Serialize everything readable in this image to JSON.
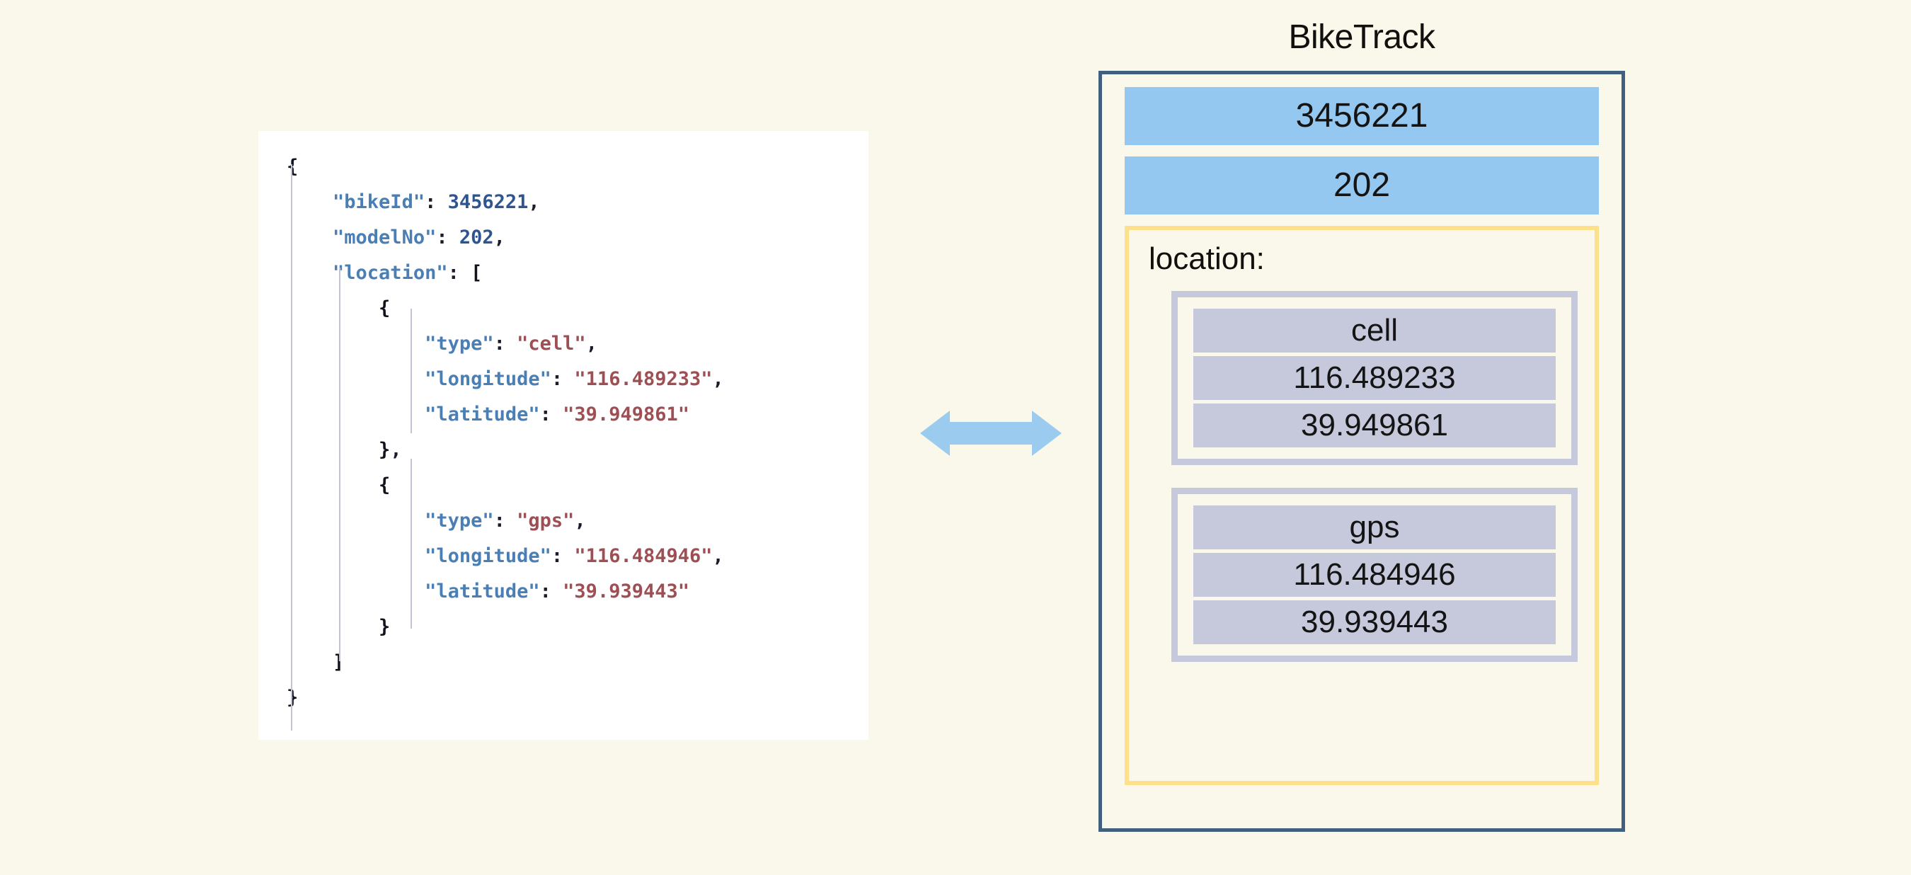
{
  "code_panel": {
    "language": "json",
    "lines": [
      {
        "indent": 0,
        "tokens": [
          {
            "t": "brace",
            "v": "{"
          }
        ]
      },
      {
        "indent": 1,
        "tokens": [
          {
            "t": "key",
            "v": "\"bikeId\""
          },
          {
            "t": "punct",
            "v": ":"
          },
          {
            "t": "plain",
            "v": " "
          },
          {
            "t": "num",
            "v": "3456221"
          },
          {
            "t": "punct",
            "v": ","
          }
        ]
      },
      {
        "indent": 1,
        "tokens": [
          {
            "t": "key",
            "v": "\"modelNo\""
          },
          {
            "t": "punct",
            "v": ":"
          },
          {
            "t": "plain",
            "v": " "
          },
          {
            "t": "num",
            "v": "202"
          },
          {
            "t": "punct",
            "v": ","
          }
        ]
      },
      {
        "indent": 1,
        "tokens": [
          {
            "t": "key",
            "v": "\"location\""
          },
          {
            "t": "punct",
            "v": ":"
          },
          {
            "t": "plain",
            "v": " "
          },
          {
            "t": "brace",
            "v": "["
          }
        ]
      },
      {
        "indent": 2,
        "tokens": [
          {
            "t": "brace",
            "v": "{"
          }
        ]
      },
      {
        "indent": 3,
        "tokens": [
          {
            "t": "key",
            "v": "\"type\""
          },
          {
            "t": "punct",
            "v": ":"
          },
          {
            "t": "plain",
            "v": " "
          },
          {
            "t": "str",
            "v": "\"cell\""
          },
          {
            "t": "punct",
            "v": ","
          }
        ]
      },
      {
        "indent": 3,
        "tokens": [
          {
            "t": "key",
            "v": "\"longitude\""
          },
          {
            "t": "punct",
            "v": ":"
          },
          {
            "t": "plain",
            "v": " "
          },
          {
            "t": "str",
            "v": "\"116.489233\""
          },
          {
            "t": "punct",
            "v": ","
          }
        ]
      },
      {
        "indent": 3,
        "tokens": [
          {
            "t": "key",
            "v": "\"latitude\""
          },
          {
            "t": "punct",
            "v": ":"
          },
          {
            "t": "plain",
            "v": " "
          },
          {
            "t": "str",
            "v": "\"39.949861\""
          }
        ]
      },
      {
        "indent": 2,
        "tokens": [
          {
            "t": "brace",
            "v": "}"
          },
          {
            "t": "punct",
            "v": ","
          }
        ]
      },
      {
        "indent": 2,
        "tokens": [
          {
            "t": "brace",
            "v": "{"
          }
        ]
      },
      {
        "indent": 3,
        "tokens": [
          {
            "t": "key",
            "v": "\"type\""
          },
          {
            "t": "punct",
            "v": ":"
          },
          {
            "t": "plain",
            "v": " "
          },
          {
            "t": "str",
            "v": "\"gps\""
          },
          {
            "t": "punct",
            "v": ","
          }
        ]
      },
      {
        "indent": 3,
        "tokens": [
          {
            "t": "key",
            "v": "\"longitude\""
          },
          {
            "t": "punct",
            "v": ":"
          },
          {
            "t": "plain",
            "v": " "
          },
          {
            "t": "str",
            "v": "\"116.484946\""
          },
          {
            "t": "punct",
            "v": ","
          }
        ]
      },
      {
        "indent": 3,
        "tokens": [
          {
            "t": "key",
            "v": "\"latitude\""
          },
          {
            "t": "punct",
            "v": ":"
          },
          {
            "t": "plain",
            "v": " "
          },
          {
            "t": "str",
            "v": "\"39.939443\""
          }
        ]
      },
      {
        "indent": 2,
        "tokens": [
          {
            "t": "brace",
            "v": "}"
          }
        ]
      },
      {
        "indent": 1,
        "tokens": [
          {
            "t": "brace",
            "v": "]"
          }
        ]
      },
      {
        "indent": 0,
        "tokens": [
          {
            "t": "brace",
            "v": "}"
          }
        ]
      }
    ]
  },
  "arrow": {
    "icon": "double-headed-arrow-icon",
    "direction": "both",
    "color": "#9ccbf0"
  },
  "diagram": {
    "title": "BikeTrack",
    "fields": [
      {
        "label": "3456221",
        "color": "#95c8f0"
      },
      {
        "label": "202",
        "color": "#95c8f0"
      }
    ],
    "location": {
      "label": "location:",
      "border_color": "#ffe08a",
      "items": [
        {
          "attrs": [
            {
              "label": "cell"
            },
            {
              "label": "116.489233"
            },
            {
              "label": "39.949861"
            }
          ]
        },
        {
          "attrs": [
            {
              "label": "gps"
            },
            {
              "label": "116.484946"
            },
            {
              "label": "39.939443"
            }
          ]
        }
      ],
      "item_color": "#c6c8dc"
    },
    "entity_border_color": "#40607e"
  },
  "colors": {
    "page_background": "#f9f8ea",
    "code_background": "#ffffff",
    "key": "#4a7fb5",
    "string": "#9e4f54",
    "number": "#2f5590",
    "accent_blue": "#95c8f0",
    "accent_lavender": "#c6c8dc",
    "accent_yellow": "#ffe08a",
    "entity_border": "#40607e"
  }
}
